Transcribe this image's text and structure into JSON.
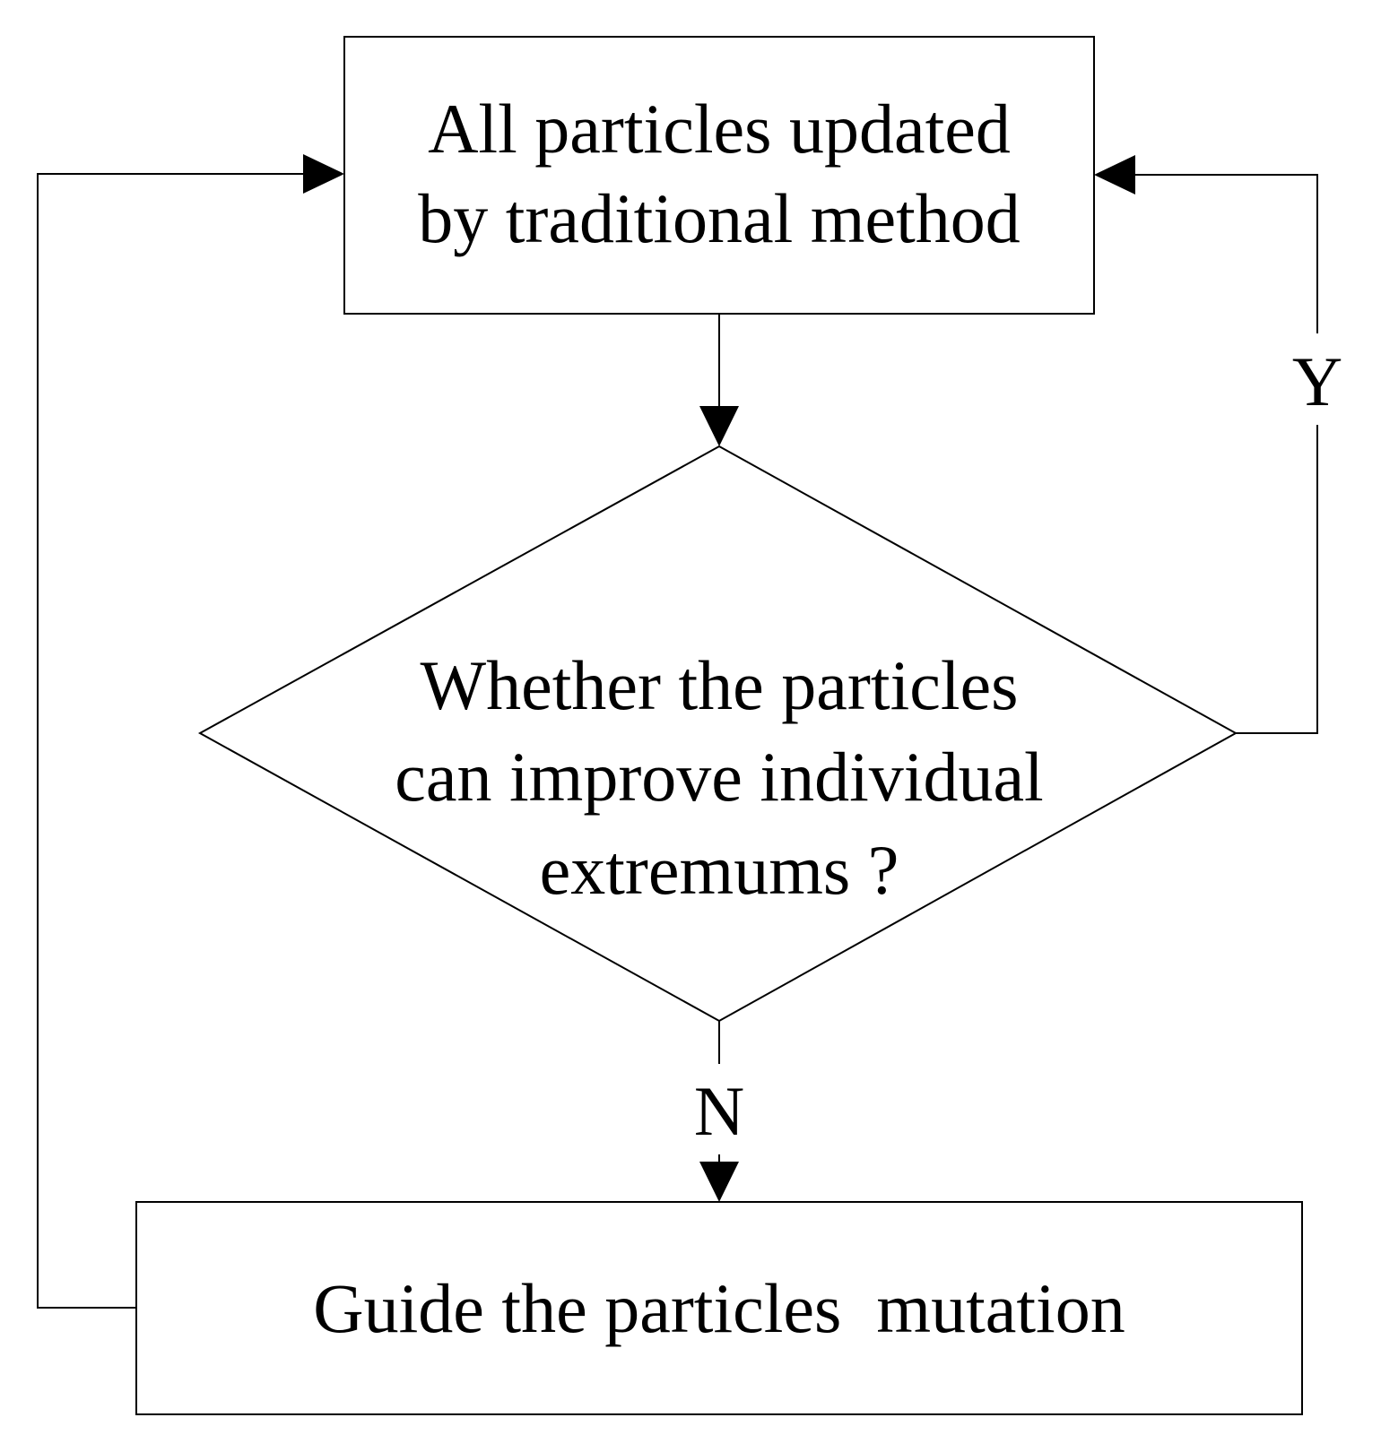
{
  "nodes": {
    "update": {
      "lines": [
        "All particles updated",
        "by traditional method"
      ]
    },
    "decision": {
      "lines": [
        "Whether the particles",
        "can improve individual",
        "extremums ?"
      ]
    },
    "mutation": {
      "lines": [
        "Guide the particles  mutation"
      ]
    }
  },
  "edges": {
    "yes_label": "Y",
    "no_label": "N"
  },
  "colors": {
    "stroke": "#000000",
    "background": "#ffffff"
  }
}
